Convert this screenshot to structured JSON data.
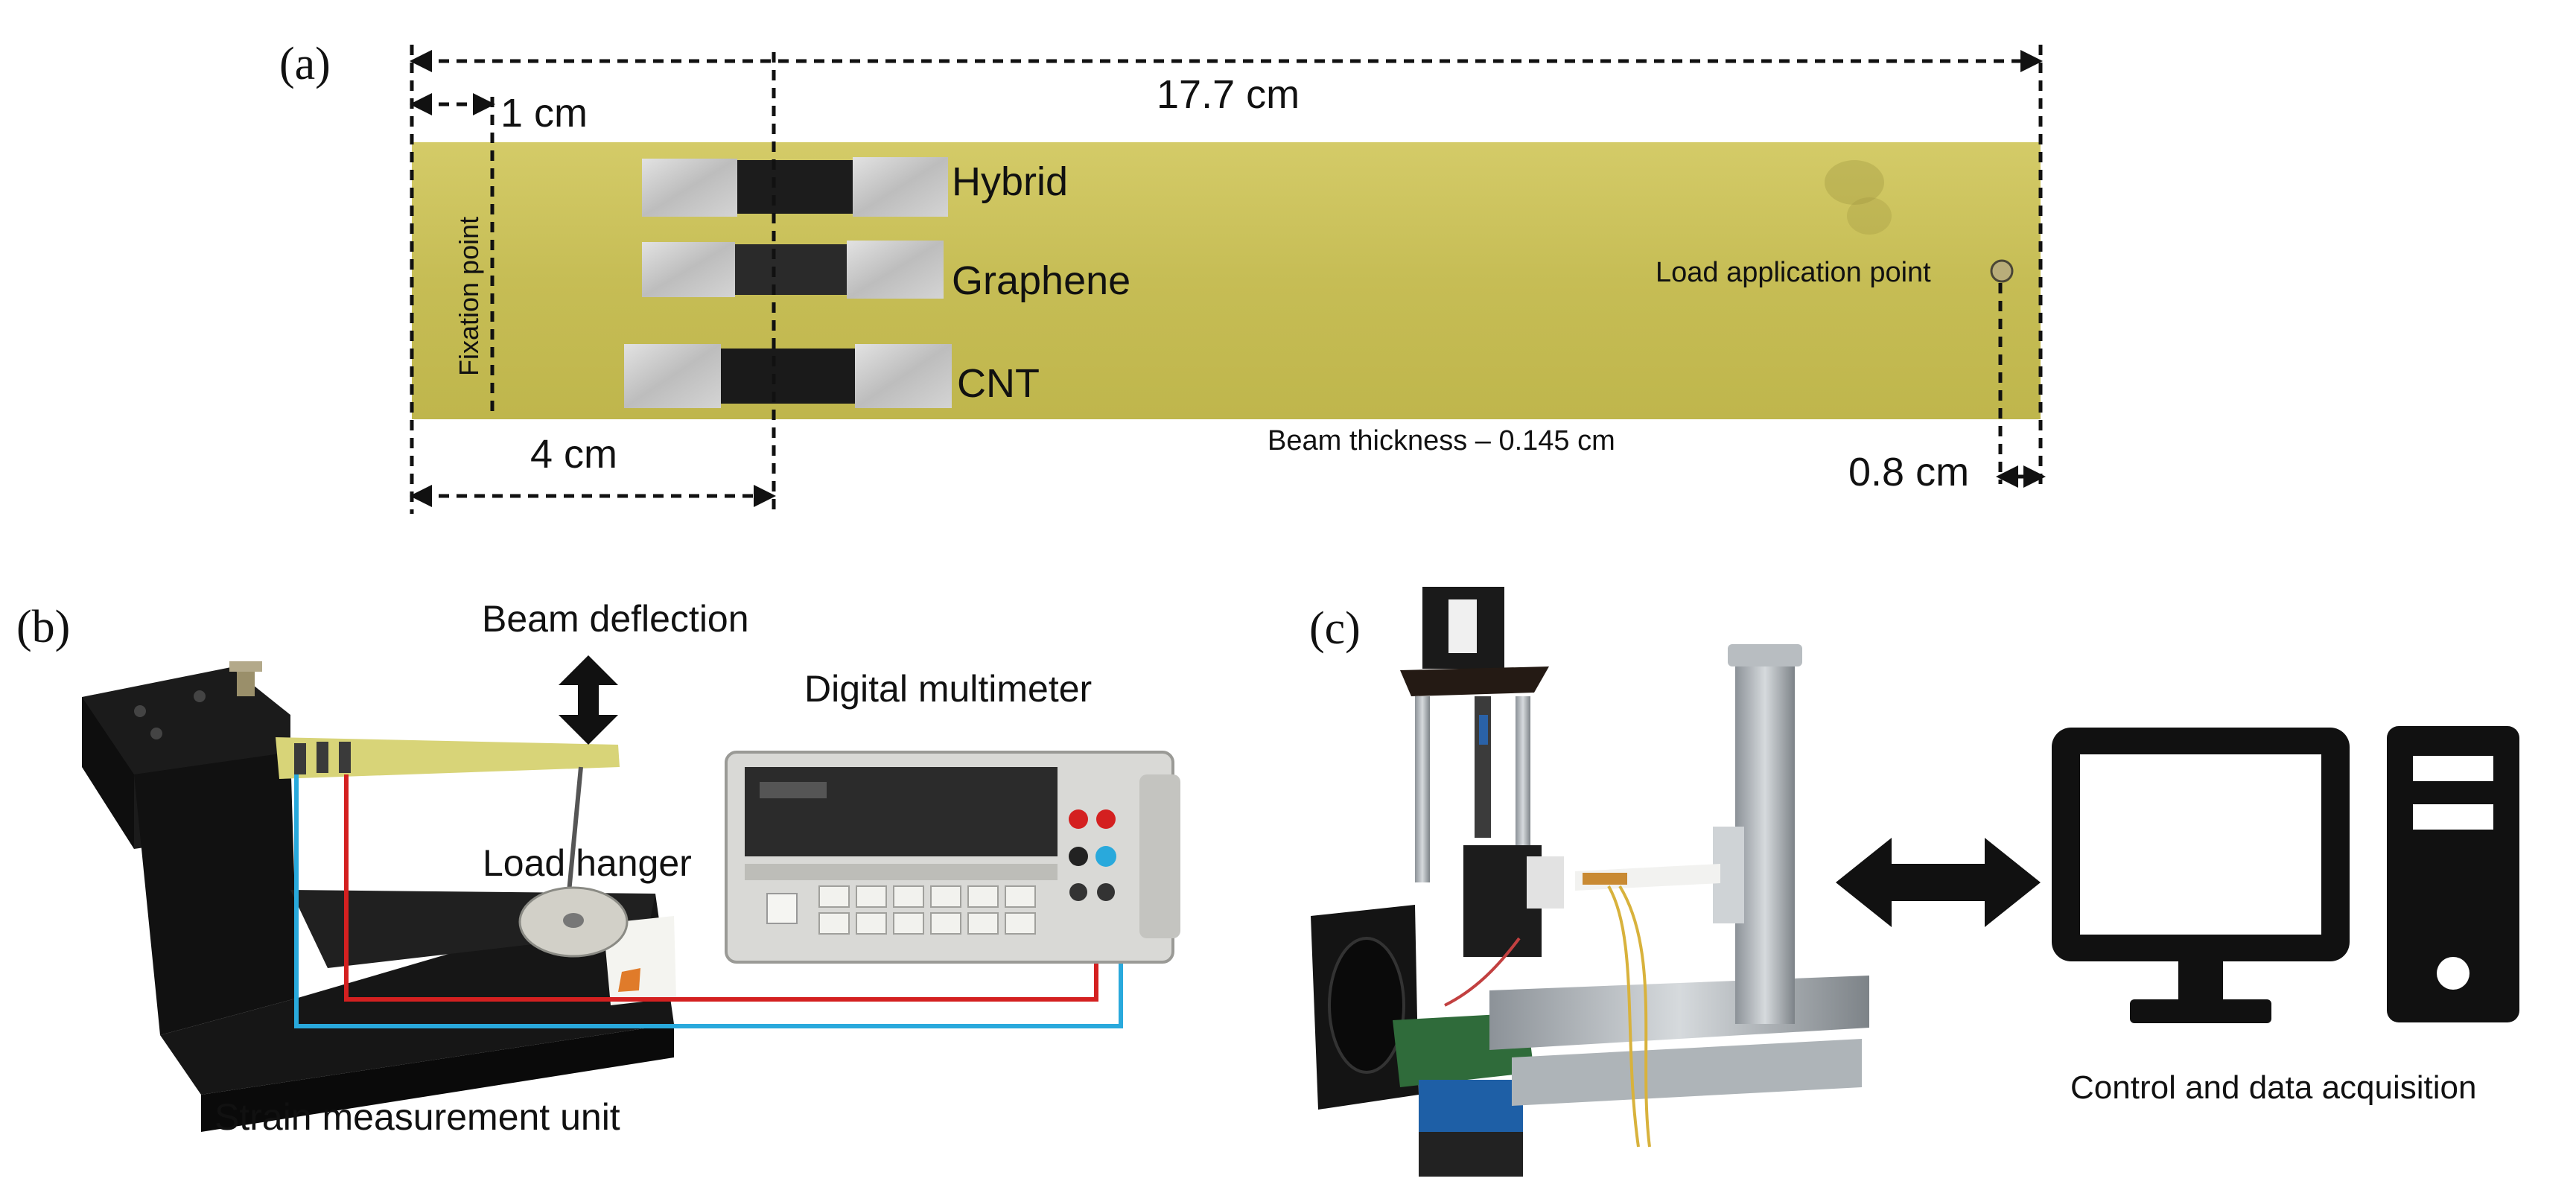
{
  "panel_a": {
    "label": "(a)",
    "dim_total": "17.7 cm",
    "dim_fix": "1 cm",
    "dim_sensor": "4 cm",
    "dim_load": "0.8 cm",
    "fixation": "Fixation point",
    "sensors": [
      "Hybrid",
      "Graphene",
      "CNT"
    ],
    "load_point": "Load application point",
    "thickness": "Beam thickness – 0.145 cm"
  },
  "panel_b": {
    "label": "(b)",
    "deflection": "Beam deflection",
    "multimeter": "Digital multimeter",
    "hanger": "Load hanger",
    "unit": "Strain measurement unit"
  },
  "panel_c": {
    "label": "(c)",
    "control": "Control and data acquisition"
  },
  "colors": {
    "beam": "#c9c05a",
    "red_wire": "#d42020",
    "blue_wire": "#29a9dc",
    "text": "#111111"
  }
}
